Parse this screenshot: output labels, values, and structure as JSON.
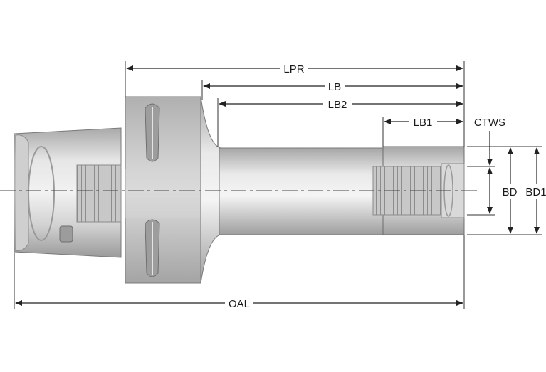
{
  "labels": {
    "lpr": "LPR",
    "lb": "LB",
    "lb2": "LB2",
    "lb1": "LB1",
    "ctws": "CTWS",
    "bd": "BD",
    "bd1": "BD1",
    "oal": "OAL"
  },
  "colors": {
    "line": "#222222",
    "metal_light": "#dcdcdc",
    "metal_mid": "#bdbdbd",
    "metal_dark": "#8a8a8a",
    "background": "#ffffff"
  }
}
